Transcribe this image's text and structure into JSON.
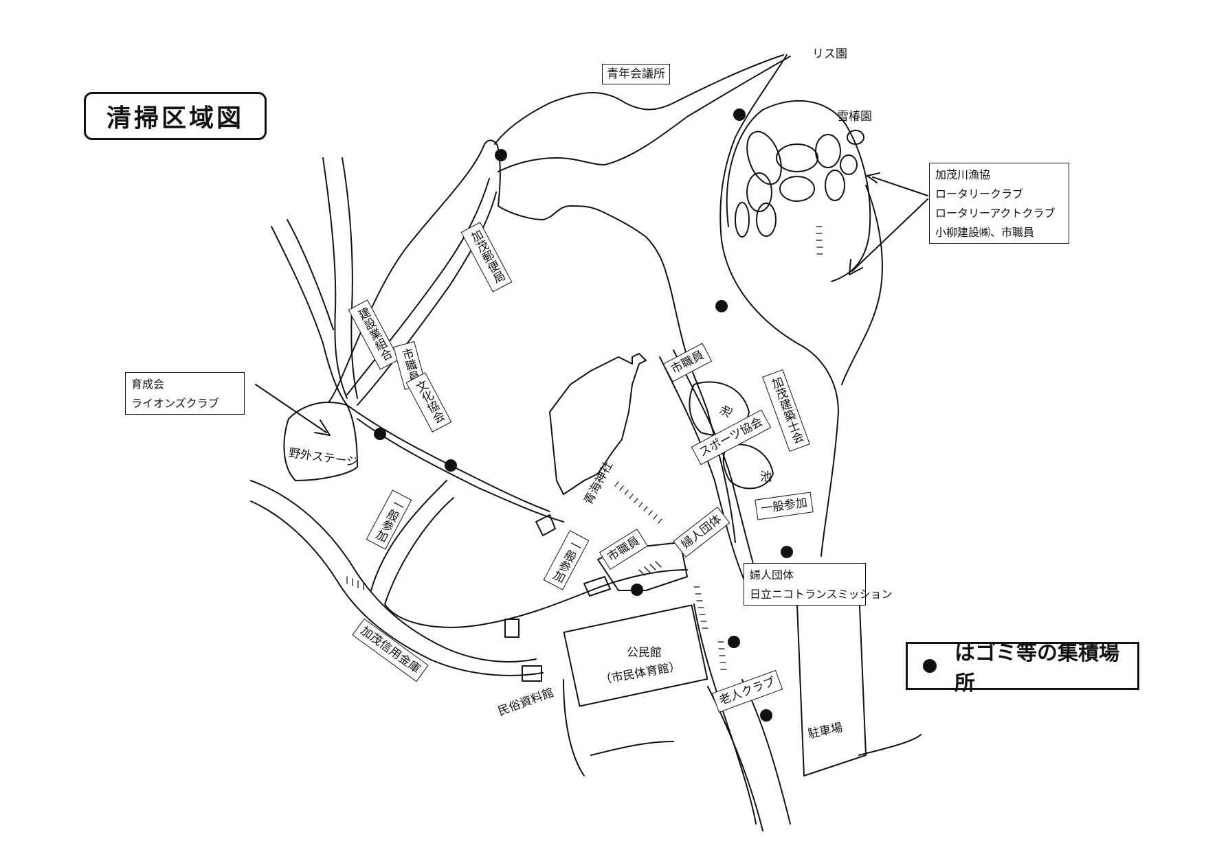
{
  "title": "清掃区域図",
  "legend": {
    "dot_icon": "collection-point-dot",
    "text": "はゴミ等の集積場所"
  },
  "place_labels": {
    "risuen": "リス園",
    "seinen_kaigisho": "青年会議所",
    "setsuchin_en": "雪椿園",
    "yagai_stage": "野外ステージ",
    "aomi_jinja": "青海神社",
    "pond1": "池",
    "pond2": "池",
    "kominkan_1": "公民館",
    "kominkan_2": "（市民体育館）",
    "minzoku_shiryokan": "民俗資料館",
    "chushajo": "駐車場"
  },
  "group_labels": {
    "kamo_yubinkyoku": "加茂郵便局",
    "kensetsugyo_kumiai": "建設業組合",
    "shishokuin_1": "市職員",
    "bunka_kyokai": "文化協会",
    "shishokuin_2": "市職員",
    "kamo_kenchikushikai": "加茂建築士会",
    "sports_kyokai": "スポーツ協会",
    "ippan_sanka_1": "一般参加",
    "ippan_sanka_2": "一般参加",
    "ippan_sanka_3": "一般参加",
    "fujin_dantai_1": "婦人団体",
    "shishokuin_3": "市職員",
    "kamo_shinyo_kinko": "加茂信用金庫",
    "rojin_club": "老人クラブ"
  },
  "multi_groups": {
    "east": [
      "加茂川漁協",
      "ロータリークラブ",
      "ロータリーアクトクラブ",
      "小柳建設㈱、市職員"
    ],
    "west": [
      "育成会",
      "ライオンズクラブ"
    ],
    "south": [
      "婦人団体",
      "日立ニコトランスミッション"
    ]
  }
}
